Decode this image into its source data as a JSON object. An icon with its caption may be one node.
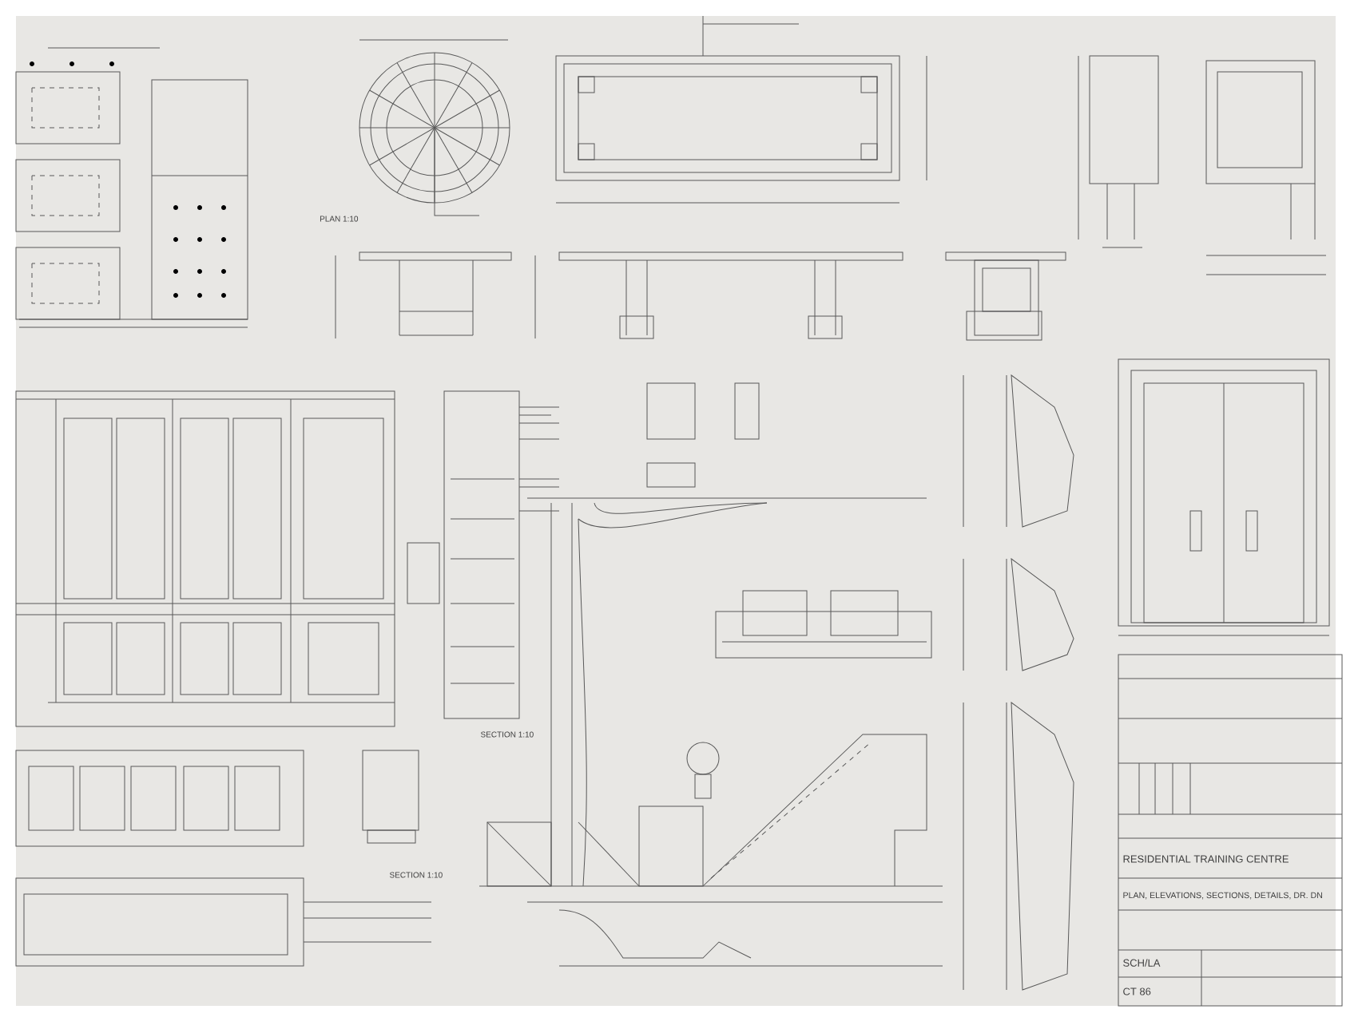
{
  "diagram": {
    "labels": [
      "PLAN 1:10",
      "SECTION 1:10",
      "SECTION 1:10",
      "RESIDENTIAL TRAINING CENTRE",
      "PLAN, ELEVATIONS, SECTIONS, DETAILS, DR. DN",
      "SCH/LA",
      "CT 86"
    ]
  }
}
